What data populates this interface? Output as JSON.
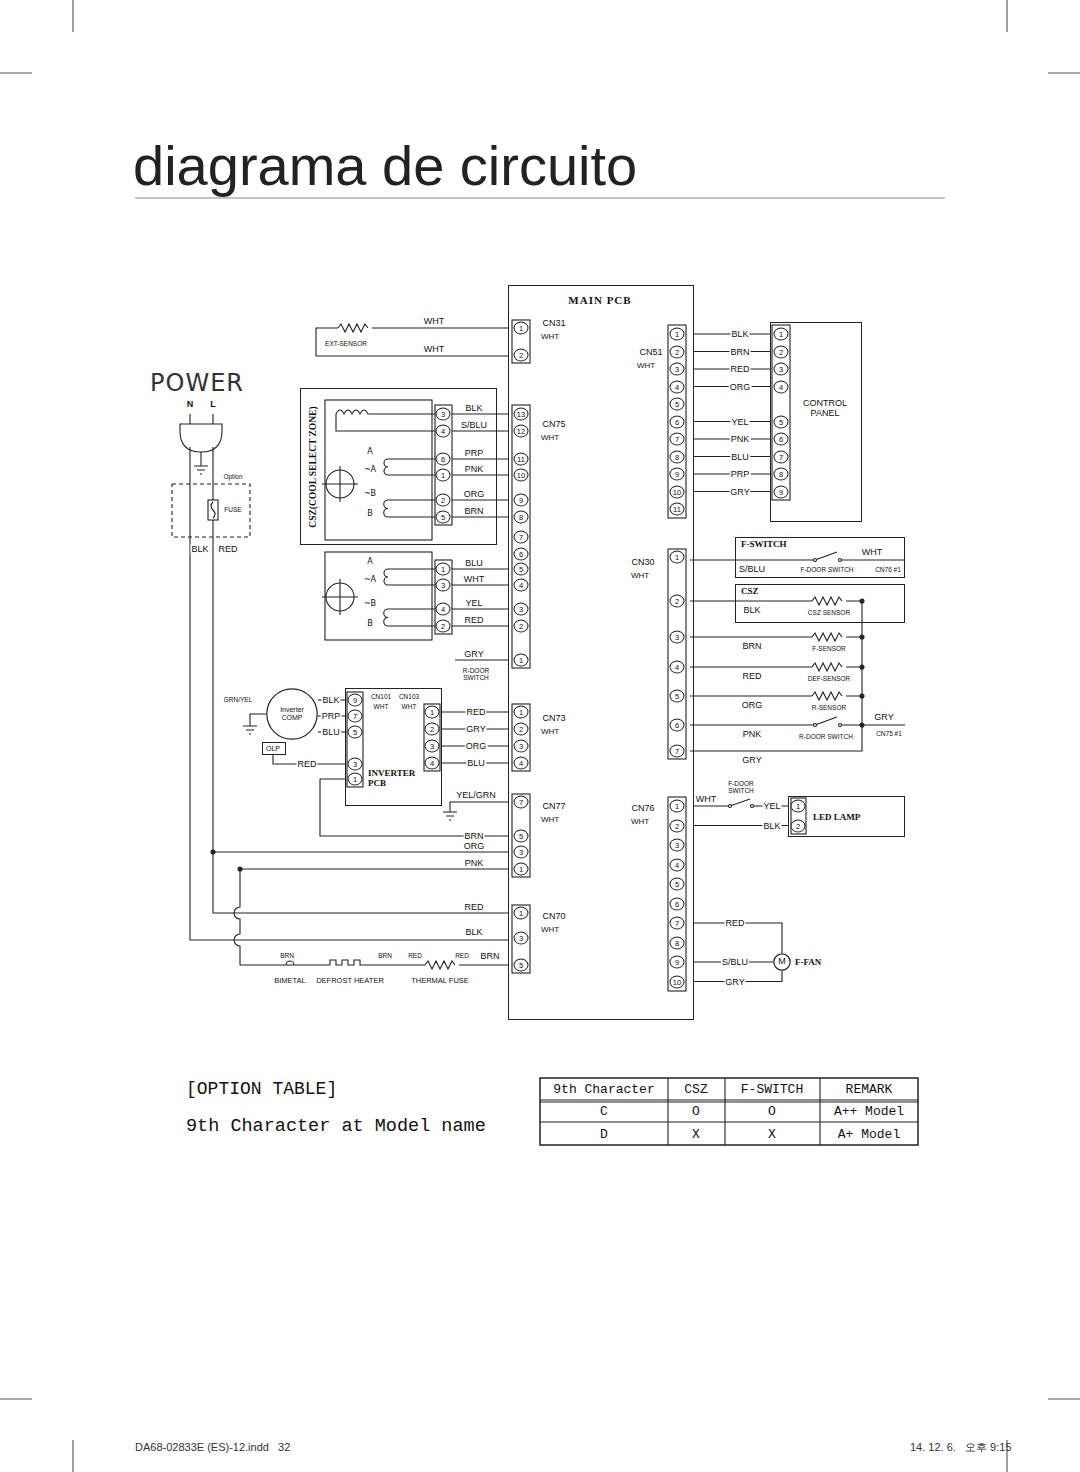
{
  "diagram": {
    "title": "diagrama de circuito",
    "nodes": [
      {
        "text": [
          "MAIN PCB"
        ]
      },
      {
        "text": [
          "CSZ(COOL SELECT ZONE)"
        ]
      },
      {
        "text": [
          "Inverter COMP"
        ]
      },
      {
        "text": [
          "OLP"
        ]
      },
      {
        "text": [
          "INVERTER PCB"
        ]
      },
      {
        "text": [
          "CONTROL PANEL"
        ]
      },
      {
        "text": [
          "F-SWITCH"
        ]
      },
      {
        "text": [
          "CSZ"
        ]
      },
      {
        "text": [
          "LED LAMP"
        ]
      },
      {
        "text": [
          "M",
          "F-FAN"
        ]
      }
    ],
    "edges": [
      {
        "from": 0,
        "to": 5,
        "label": "BLK",
        "arrow": "none"
      },
      {
        "from": 0,
        "to": 5,
        "label": "BRN",
        "arrow": "none"
      },
      {
        "from": 0,
        "to": 5,
        "label": "RED",
        "arrow": "none"
      },
      {
        "from": 0,
        "to": 5,
        "label": "ORG",
        "arrow": "none"
      },
      {
        "from": 0,
        "to": 5,
        "label": "YEL",
        "arrow": "none"
      },
      {
        "from": 0,
        "to": 5,
        "label": "PNK",
        "arrow": "none"
      },
      {
        "from": 0,
        "to": 5,
        "label": "BLU",
        "arrow": "none"
      },
      {
        "from": 0,
        "to": 5,
        "label": "PRP",
        "arrow": "none"
      },
      {
        "from": 0,
        "to": 5,
        "label": "GRY",
        "arrow": "none"
      },
      {
        "from": 4,
        "to": 0,
        "label": "RED",
        "arrow": "none"
      },
      {
        "from": 4,
        "to": 0,
        "label": "GRY",
        "arrow": "none"
      },
      {
        "from": 4,
        "to": 0,
        "label": "ORG",
        "arrow": "none"
      },
      {
        "from": 4,
        "to": 0,
        "label": "BLU",
        "arrow": "none"
      },
      {
        "from": 4,
        "to": 0,
        "label": "BRN",
        "arrow": "none"
      },
      {
        "from": 2,
        "to": 4,
        "label": "BLK",
        "arrow": "none"
      },
      {
        "from": 2,
        "to": 4,
        "label": "PRP",
        "arrow": "none"
      },
      {
        "from": 2,
        "to": 4,
        "label": "BLU",
        "arrow": "none"
      },
      {
        "from": 3,
        "to": 4,
        "label": "RED",
        "arrow": "none"
      },
      {
        "from": 0,
        "to": 8,
        "label": "YEL",
        "arrow": "none"
      },
      {
        "from": 0,
        "to": 8,
        "label": "BLK",
        "arrow": "none"
      },
      {
        "from": 0,
        "to": 9,
        "label": "RED",
        "arrow": "none"
      },
      {
        "from": 0,
        "to": 9,
        "label": "S/BLU",
        "arrow": "none"
      },
      {
        "from": 0,
        "to": 9,
        "label": "GRY",
        "arrow": "none"
      }
    ],
    "labels": [
      "POWER",
      "N",
      "L",
      "Option",
      "FUSE",
      "BLK",
      "RED",
      "WHT",
      "EXT-SENSOR",
      "WHT",
      "1",
      "2",
      "CN31",
      "WHT",
      "A",
      "~A",
      "~B",
      "B",
      "3",
      "4",
      "6",
      "1",
      "2",
      "5",
      "BLK",
      "S/BLU",
      "PRP",
      "PNK",
      "ORG",
      "BRN",
      "13",
      "12",
      "11",
      "10",
      "9",
      "8",
      "7",
      "6",
      "5",
      "4",
      "3",
      "2",
      "1",
      "CN75",
      "WHT",
      "A",
      "~A",
      "~B",
      "B",
      "1",
      "3",
      "4",
      "2",
      "BLU",
      "WHT",
      "YEL",
      "RED",
      "GRY",
      "R-DOOR SWITCH",
      "GRN/YEL",
      "9",
      "7",
      "5",
      "3",
      "1",
      "CN101",
      "WHT",
      "CN103",
      "WHT",
      "1",
      "2",
      "3",
      "4",
      "1",
      "2",
      "3",
      "4",
      "CN73",
      "WHT",
      "YEL/GRN",
      "ORG",
      "PNK",
      "7",
      "5",
      "3",
      "1",
      "CN77",
      "WHT",
      "RED",
      "BLK",
      "1",
      "3",
      "5",
      "CN70",
      "WHT",
      "BRN",
      "BRN",
      "RED",
      "RED",
      "BRN",
      "BIMETAL",
      "DEFROST HEATER",
      "THERMAL FUSE",
      "CN51",
      "WHT",
      "1",
      "2",
      "3",
      "4",
      "5",
      "6",
      "7",
      "8",
      "9",
      "10",
      "11",
      "1",
      "2",
      "3",
      "4",
      "5",
      "6",
      "7",
      "8",
      "9",
      "CN30",
      "WHT",
      "1",
      "2",
      "3",
      "4",
      "5",
      "6",
      "7",
      "S/BLU",
      "WHT",
      "F-DOOR SWITCH",
      "CN76 #1",
      "BLK",
      "CSZ SENSOR",
      "BRN",
      "F-SENSOR",
      "RED",
      "DEF-SENSOR",
      "ORG",
      "R-SENSOR",
      "GRY",
      "PNK",
      "R-DOOR SWITCH",
      "CN75 #1",
      "GRY",
      "CN76",
      "WHT",
      "1",
      "2",
      "3",
      "4",
      "5",
      "6",
      "7",
      "8",
      "9",
      "10",
      "WHT",
      "F-DOOR SWITCH",
      "1",
      "2",
      "[OPTION TABLE]",
      "9th Character at Model name",
      "9th Character",
      "CSZ",
      "F-SWITCH",
      "REMARK",
      "C",
      "O",
      "O",
      "A++ Model",
      "D",
      "X",
      "X",
      "A+ Model",
      "DA68-02833E (ES)-12.indd   32",
      "14. 12. 6.   오후 9:15"
    ]
  }
}
